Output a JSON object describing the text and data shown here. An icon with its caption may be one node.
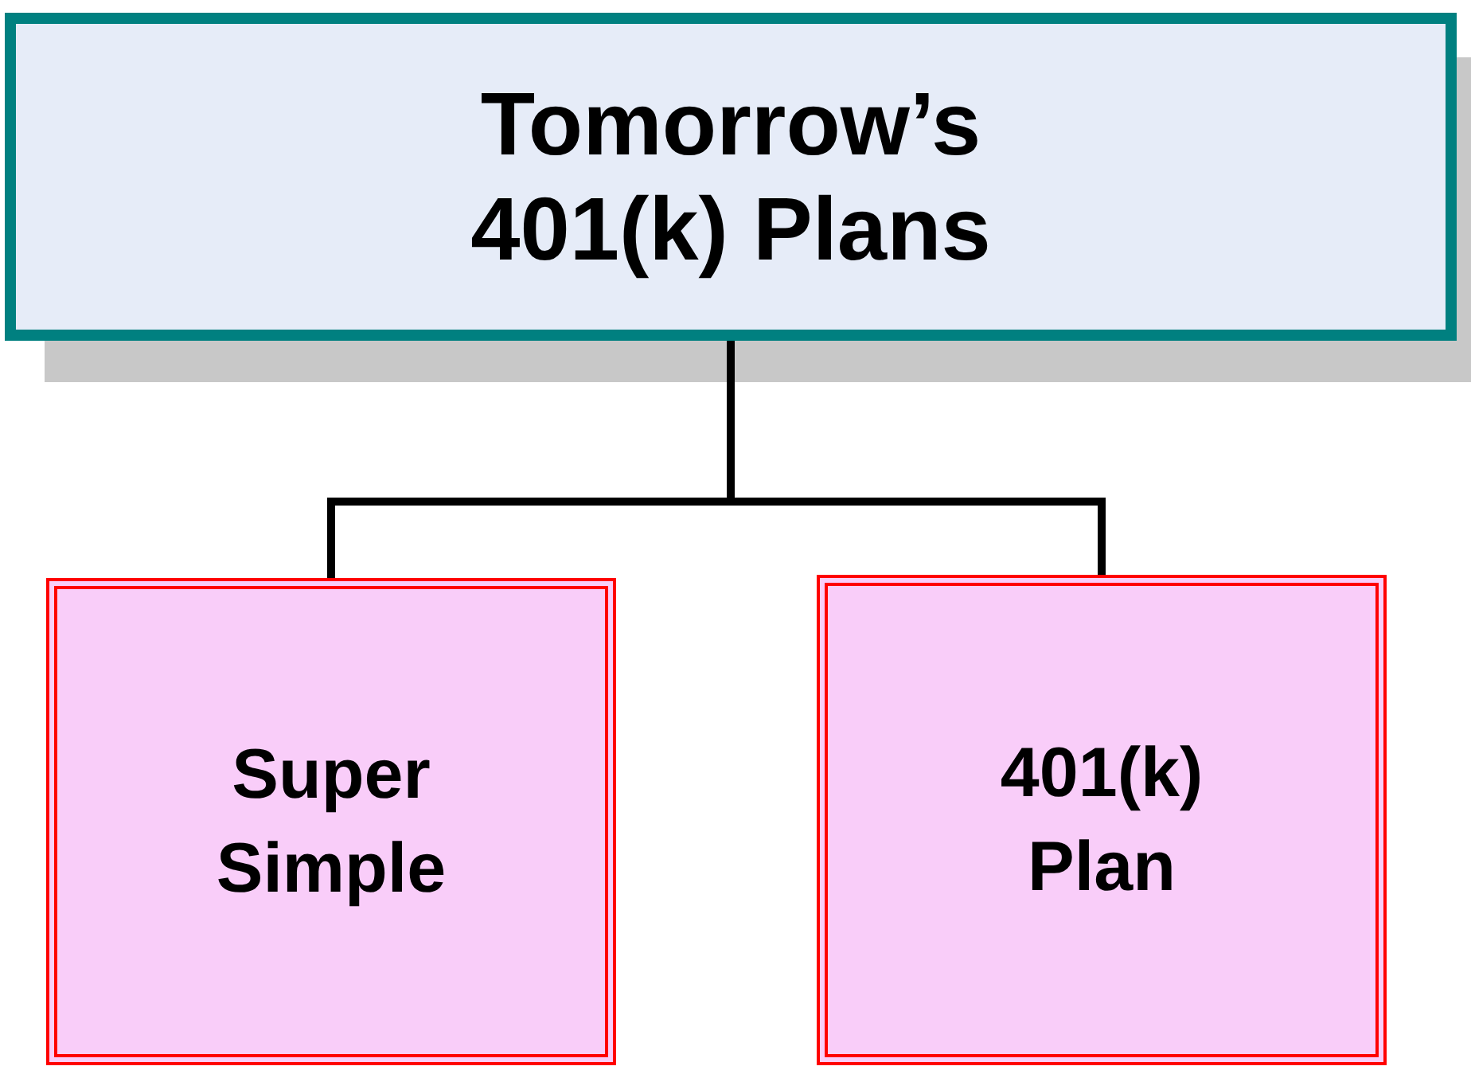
{
  "diagram": {
    "nodes": [
      {
        "text": [
          "Tomorrow’s 401(k) Plans"
        ]
      },
      {
        "text": [
          "Super Simple"
        ]
      },
      {
        "text": [
          "401(k) Plan"
        ]
      }
    ],
    "edges": [
      {
        "from": 0,
        "to": 1,
        "arrow": "none"
      },
      {
        "from": 0,
        "to": 2,
        "arrow": "none"
      }
    ]
  }
}
